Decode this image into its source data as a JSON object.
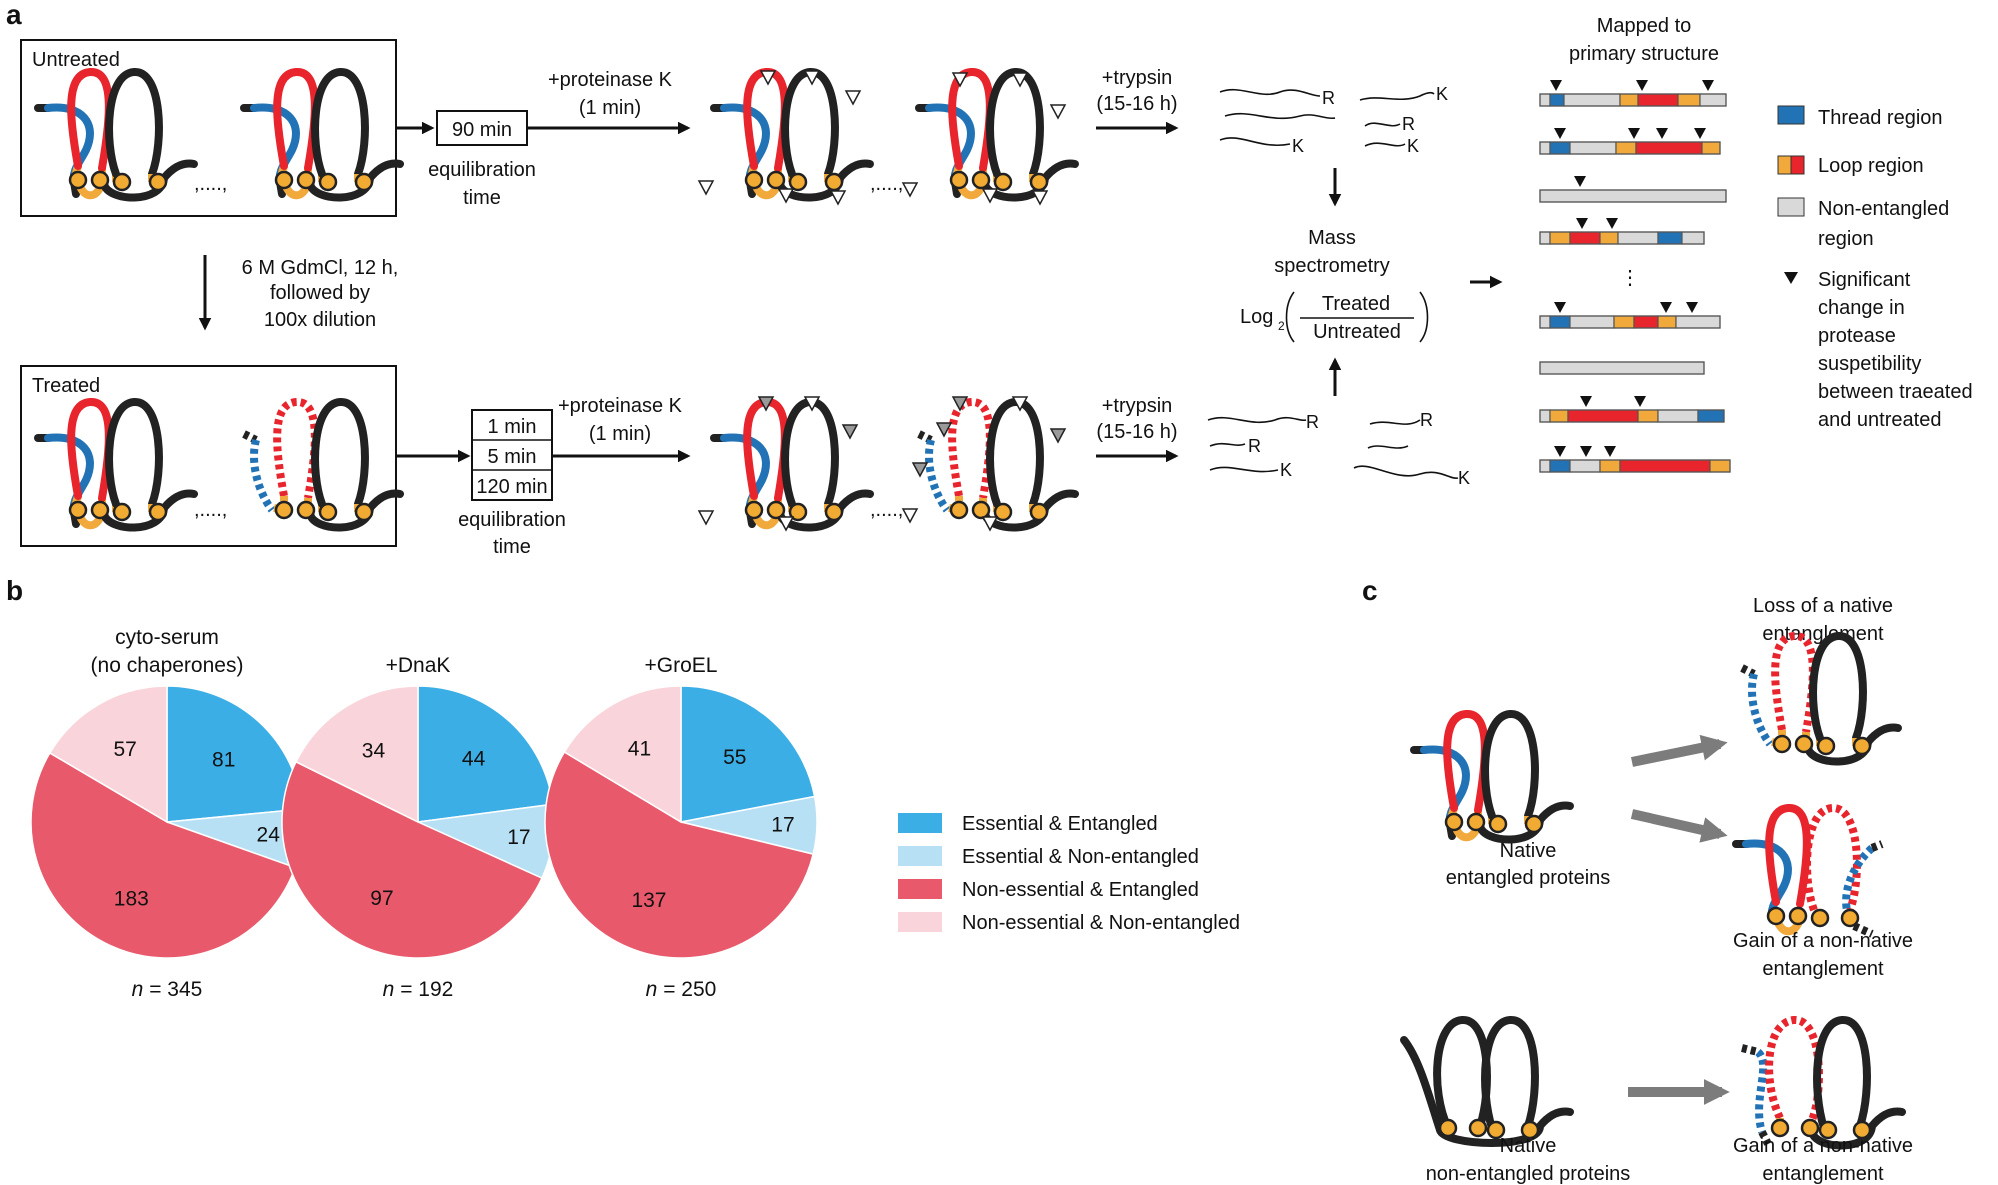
{
  "panels": {
    "a": "a",
    "b": "b",
    "c": "c"
  },
  "panel_a": {
    "untreated_label": "Untreated",
    "treated_label": "Treated",
    "ellipsis": ",....,",
    "untreated_time": "90 min",
    "treated_times": [
      "1 min",
      "5 min",
      "120 min"
    ],
    "equilibration": [
      "equilibration",
      "time"
    ],
    "proteinase": [
      "+proteinase K",
      "(1 min)"
    ],
    "trypsin": [
      "+trypsin",
      "(15-16 h)"
    ],
    "denature": [
      "6 M GdmCl, 12 h,",
      "followed by",
      "100x dilution"
    ],
    "pep_letters_top": [
      "R",
      "K",
      "R",
      "K",
      "K"
    ],
    "pep_letters_bottom": [
      "R",
      "R",
      "R",
      "K",
      "K"
    ],
    "mass_spec": [
      "Mass",
      "spectrometry"
    ],
    "log_label": "Log",
    "log_sub": "2",
    "log_num": "Treated",
    "log_den": "Untreated",
    "mapped_title": [
      "Mapped to",
      "primary structure"
    ],
    "vdots": "⋮",
    "legend": {
      "thread": "Thread region",
      "loop": "Loop region",
      "nonent": [
        "Non-entangled",
        "region"
      ],
      "sig": [
        "Significant",
        "change in",
        "protease",
        "suspetibility",
        "between traeated",
        "and untreated"
      ]
    },
    "colors": {
      "thread": "#2273b5",
      "loop_red": "#e8242c",
      "loop_orange": "#f1a93b",
      "nonent": "#d9d9d9"
    }
  },
  "panel_b": {
    "legend": [
      "Essential & Entangled",
      "Essential & Non-entangled",
      "Non-essential & Entangled",
      "Non-essential & Non-entangled"
    ],
    "colors": [
      "#3baee6",
      "#b8e0f4",
      "#e85a6b",
      "#f9d5db"
    ]
  },
  "chart_data": {
    "type": "pie",
    "categories": [
      "Essential & Entangled",
      "Essential & Non-entangled",
      "Non-essential & Entangled",
      "Non-essential & Non-entangled"
    ],
    "pies": [
      {
        "title": [
          "cyto-serum",
          "(no chaperones)"
        ],
        "values": [
          81,
          24,
          183,
          57
        ],
        "n_label": "n",
        "n_value": "= 345"
      },
      {
        "title": [
          "+DnaK"
        ],
        "values": [
          44,
          17,
          97,
          34
        ],
        "n_label": "n",
        "n_value": "= 192"
      },
      {
        "title": [
          "+GroEL"
        ],
        "values": [
          55,
          17,
          137,
          41
        ],
        "n_label": "n",
        "n_value": "= 250"
      }
    ]
  },
  "panel_c": {
    "native_entangled": [
      "Native",
      "entangled proteins"
    ],
    "loss": [
      "Loss of a native",
      "entanglement"
    ],
    "gain1": [
      "Gain of a non-native",
      "entanglement"
    ],
    "native_nonent": [
      "Native",
      "non-entangled proteins"
    ],
    "gain2": [
      "Gain of a non-native",
      "entanglement"
    ]
  }
}
